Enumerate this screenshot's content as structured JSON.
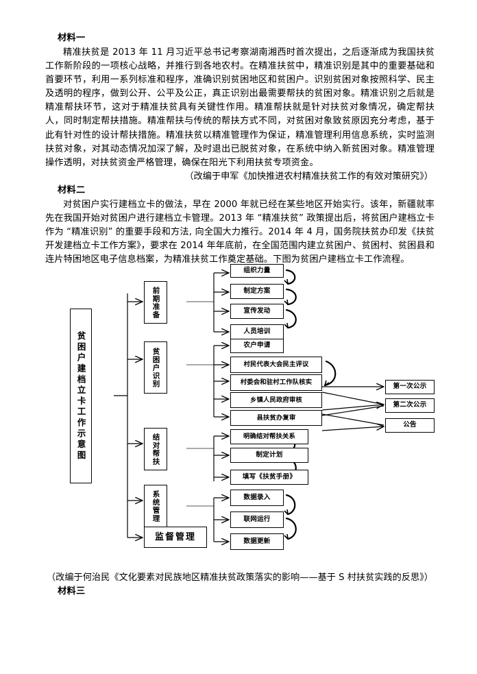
{
  "document": {
    "materials": [
      {
        "heading": "材料一",
        "paragraphs": [
          "精准扶贫是 2013 年 11 月习近平总书记考察湖南湘西时首次提出，之后逐渐成为我国扶贫工作新阶段的一项核心战略，并推行到各地农村。在精准扶贫中，精准识别是其中的重要基础和首要环节，利用一系列标准和程序，准确识别贫困地区和贫困户。识别贫困对象按照科学、民主及透明的程序，做到公开、公平及公正，真正识别出最需要帮扶的贫困对象。精准识别之后就是精准帮扶环节，这对于精准扶贫具有关键性作用。精准帮扶就是针对扶贫对象情况，确定帮扶人，同时制定帮扶措施。精准帮扶与传统的帮扶方式不同，对贫困对象致贫原因充分考虑，基于此有针对性的设计帮扶措施。精准扶贫以精准管理作为保证，精准管理利用信息系统，实时监测扶贫对象，对其动态情况加深了解，及时退出已脱贫对象，在系统中纳入新贫困对象。精准管理操作透明，对扶贫资金严格管理，确保在阳光下利用扶贫专项资金。"
        ],
        "attribution": "（改编于申军《加快推进农村精准扶贫工作的有效对策研究》）"
      },
      {
        "heading": "材料二",
        "paragraphs": [
          "对贫困户实行建档立卡的做法，早在 2000 年就已经在某些地区开始实行。该年，新疆就率先在我国开始对贫困户进行建档立卡管理。2013 年 “精准扶贫” 政策提出后，将贫困户建档立卡作为 “精准识别” 的重要手段和方法, 向全国大力推行。2014 年 4 月，国务院扶贫办印发《扶贫开发建档立卡工作方案》，要求在 2014 年年底前，在全国范围内建立贫困户、贫困村、贫困县和连片特困地区电子信息档案，为精准扶贫工作奠定基础。下图为贫困户建档立卡工作流程。"
        ],
        "attribution": "（改编于何治民《文化要素对民族地区精准扶贫政策落实的影响——基于 S 村扶贫实践的反思》）"
      },
      {
        "heading": "材料三",
        "paragraphs": [],
        "attribution": ""
      }
    ]
  },
  "diagram": {
    "title": "贫困户建档立卡工作示意图",
    "stages": [
      {
        "label": "前期准备",
        "orientation": "vertical"
      },
      {
        "label": "贫困户识别",
        "orientation": "vertical"
      },
      {
        "label": "结对帮扶",
        "orientation": "vertical"
      },
      {
        "label": "系统管理",
        "orientation": "vertical"
      },
      {
        "label": "监督管理",
        "orientation": "horizontal"
      }
    ],
    "prep_steps": [
      "组织力量",
      "制定方案",
      "宣传发动",
      "人员培训"
    ],
    "identify_steps": [
      "农户申请",
      "村民代表大会民主评议",
      "村委会和驻村工作队核实",
      "乡镇人民政府审核",
      "县扶贫办复审"
    ],
    "publicity_steps": [
      "第一次公示",
      "第二次公示",
      "公告"
    ],
    "pairing_steps": [
      "明确结对帮扶关系",
      "制定计划",
      "填写《扶贫手册》"
    ],
    "system_steps": [
      "数据录入",
      "联网运行",
      "数据更新"
    ]
  }
}
